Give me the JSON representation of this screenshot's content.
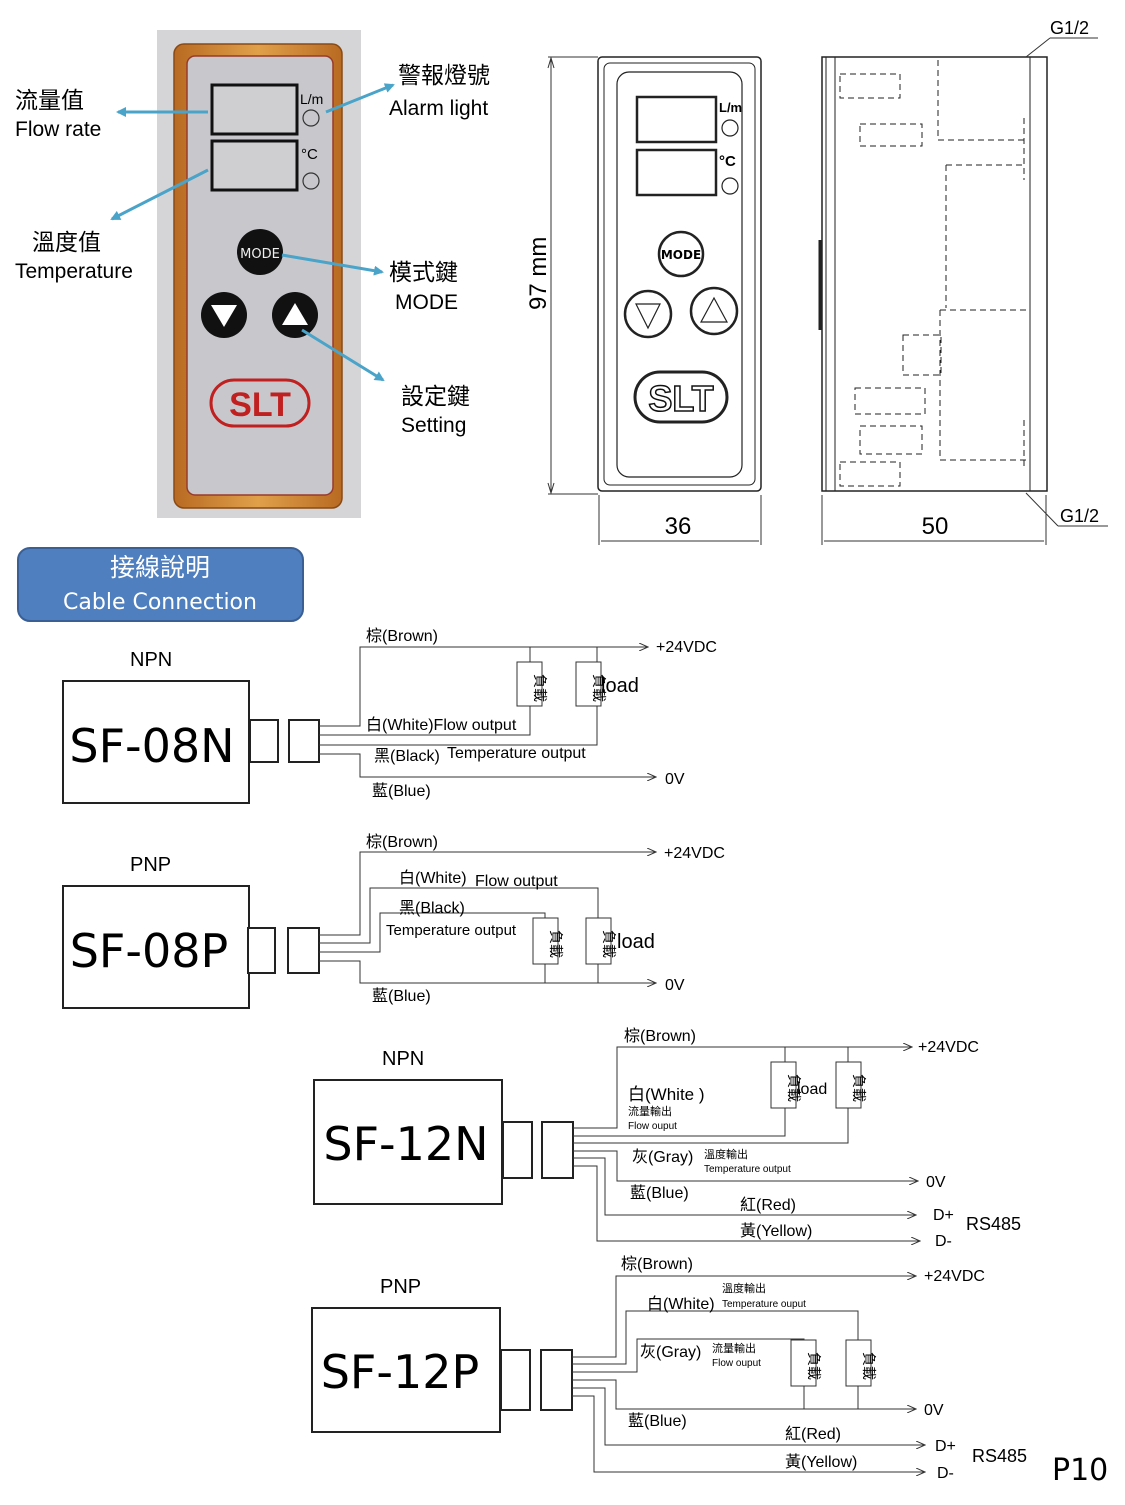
{
  "panel": {
    "labels": {
      "flow_zh": "流量值",
      "flow_en": "Flow rate",
      "temp_zh": "溫度值",
      "temp_en": "Temperature",
      "alarm_zh": "警報燈號",
      "alarm_en": "Alarm light",
      "mode_zh": "模式鍵",
      "mode_en": "MODE",
      "set_zh": "設定鍵",
      "set_en": "Setting"
    },
    "unit_flow": "L/m",
    "unit_temp": "°C",
    "mode_button": "MODE",
    "logo": "SLT"
  },
  "dimensions": {
    "height": "97 mm",
    "width_front": "36",
    "width_side": "50",
    "thread_top": "G1/2",
    "thread_bottom": "G1/2"
  },
  "section": {
    "zh": "接線說明",
    "en": "Cable Connection"
  },
  "wiring": {
    "sf08n": {
      "type": "NPN",
      "model": "SF-08N",
      "brown": "棕(Brown)",
      "plus": "+24VDC",
      "white": "白(White)Flow output",
      "black": "黑(Black)",
      "temp_out": "Temperature output",
      "blue": "藍(Blue)",
      "zero": "0V",
      "load_zh": "負載",
      "load_en": "load"
    },
    "sf08p": {
      "type": "PNP",
      "model": "SF-08P",
      "brown": "棕(Brown)",
      "plus": "+24VDC",
      "white": "白(White)",
      "flow_out": "Flow output",
      "black": "黑(Black)",
      "temp_out": "Temperature output",
      "blue": "藍(Blue)",
      "zero": "0V",
      "load_zh": "負載",
      "load_en": "load"
    },
    "sf12n": {
      "type": "NPN",
      "model": "SF-12N",
      "brown": "棕(Brown)",
      "plus": "+24VDC",
      "white": "白(White )",
      "flow_zh": "流量輸出",
      "flow_en": "Flow ouput",
      "gray": "灰(Gray)",
      "temp_zh": "溫度輸出",
      "temp_en": "Temperature output",
      "blue": "藍(Blue)",
      "zero": "0V",
      "red": "紅(Red)",
      "dplus": "D+",
      "yellow": "黃(Yellow)",
      "dminus": "D-",
      "rs485": "RS485",
      "load_zh": "負載",
      "load_en": "load"
    },
    "sf12p": {
      "type": "PNP",
      "model": "SF-12P",
      "brown": "棕(Brown)",
      "plus": "+24VDC",
      "temp_zh": "溫度輸出",
      "white": "白(White)",
      "temp_en": "Temperature ouput",
      "gray": "灰(Gray)",
      "flow_zh": "流量輸出",
      "flow_en": "Flow ouput",
      "blue": "藍(Blue)",
      "zero": "0V",
      "red": "紅(Red)",
      "dplus": "D+",
      "yellow": "黃(Yellow)",
      "dminus": "D-",
      "rs485": "RS485",
      "load_zh": "負載"
    }
  },
  "page_number": "P10",
  "colors": {
    "arrow": "#4aa3c8",
    "panel_frame": "#c9782d",
    "panel_face": "#c8c8cc",
    "logo_red": "#c02020",
    "section_fill": "#4f7fbf",
    "line": "#333333"
  }
}
